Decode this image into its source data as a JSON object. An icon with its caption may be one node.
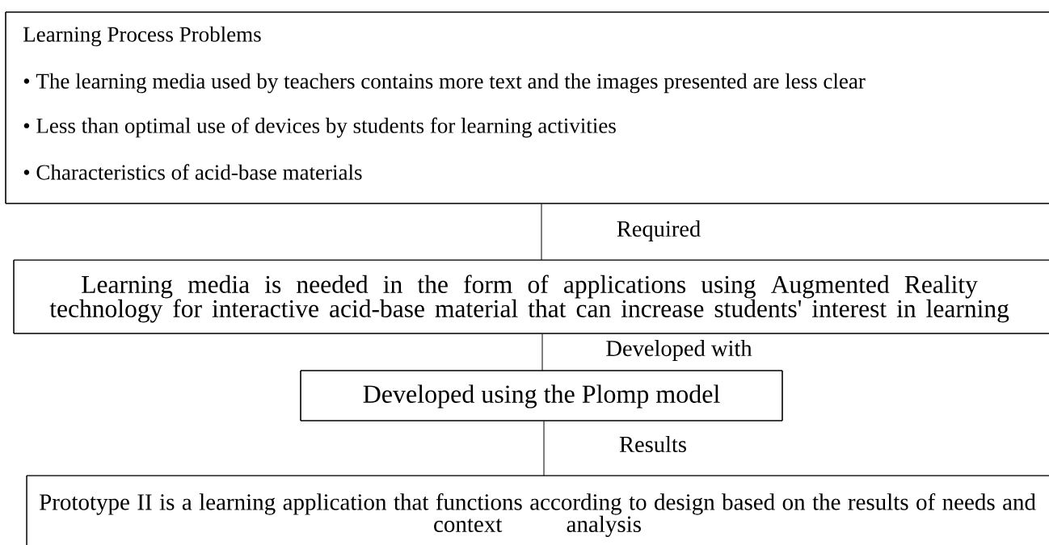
{
  "diagram": {
    "nodes": [
      {
        "text": [
          "Learning Process Problems",
          "• The learning media used by teachers contains more text and the images presented are less clear",
          "• Less than optimal use of devices by students for learning activities",
          "• Characteristics of acid-base materials"
        ]
      },
      {
        "text": [
          "Learning media is needed in the form of applications using Augmented Reality technology for interactive acid-base material that can increase students' interest in learning"
        ]
      },
      {
        "text": [
          "Developed using the Plomp model"
        ]
      },
      {
        "text": [
          "Prototype II is a learning application that functions according to design based on the results of needs and context analysis"
        ]
      }
    ],
    "edges": [
      {
        "from": 0,
        "to": 1,
        "arrow": "none",
        "label": "Required"
      },
      {
        "from": 1,
        "to": 2,
        "arrow": "none",
        "label": "Developed with"
      },
      {
        "from": 2,
        "to": 3,
        "arrow": "none",
        "label": "Results"
      }
    ]
  }
}
